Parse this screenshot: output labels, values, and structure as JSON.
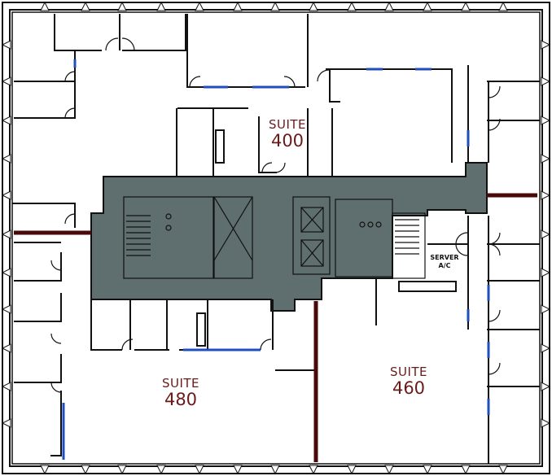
{
  "floor_plan": {
    "colors": {
      "wall": "#111111",
      "core": "#5f6e6e",
      "demising_wall": "#4a0a0a",
      "glazing": "#1f4fbf",
      "suite_label": "#6b1a1a"
    },
    "suites": [
      {
        "title": "SUITE",
        "number": "400"
      },
      {
        "title": "SUITE",
        "number": "480"
      },
      {
        "title": "SUITE",
        "number": "460"
      }
    ],
    "rooms": [
      {
        "line1": "SERVER",
        "line2": "A/C"
      }
    ]
  }
}
